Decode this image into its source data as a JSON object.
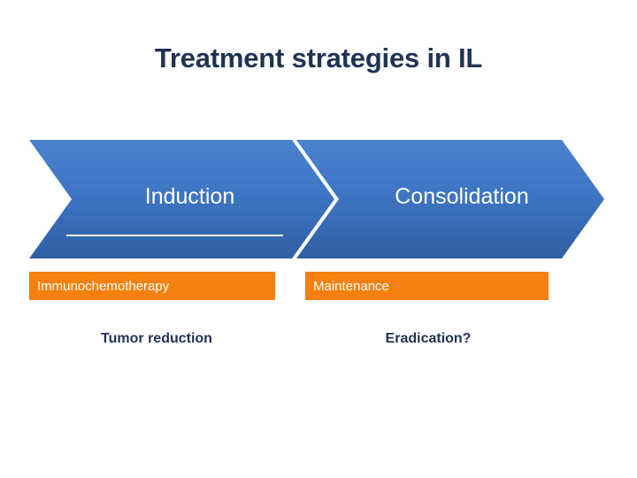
{
  "slide": {
    "title": "Treatment strategies in IL",
    "background_color": "#FFFFFF",
    "title_color": "#1F3352"
  },
  "colors": {
    "chevron_blue_top": "#4A82CE",
    "chevron_blue_bottom": "#2F5FA3",
    "orange": "#F5800E",
    "text_dark_navy": "#1F3352",
    "text_white": "#FFFFFF"
  },
  "phases": [
    {
      "chevron_label": "Induction",
      "treatment_label": "Immunochemotherapy",
      "goal_label": "Tumor reduction",
      "has_underline": true
    },
    {
      "chevron_label": "Consolidation",
      "treatment_label": "Maintenance",
      "goal_label": "Eradication?",
      "has_underline": false
    }
  ]
}
